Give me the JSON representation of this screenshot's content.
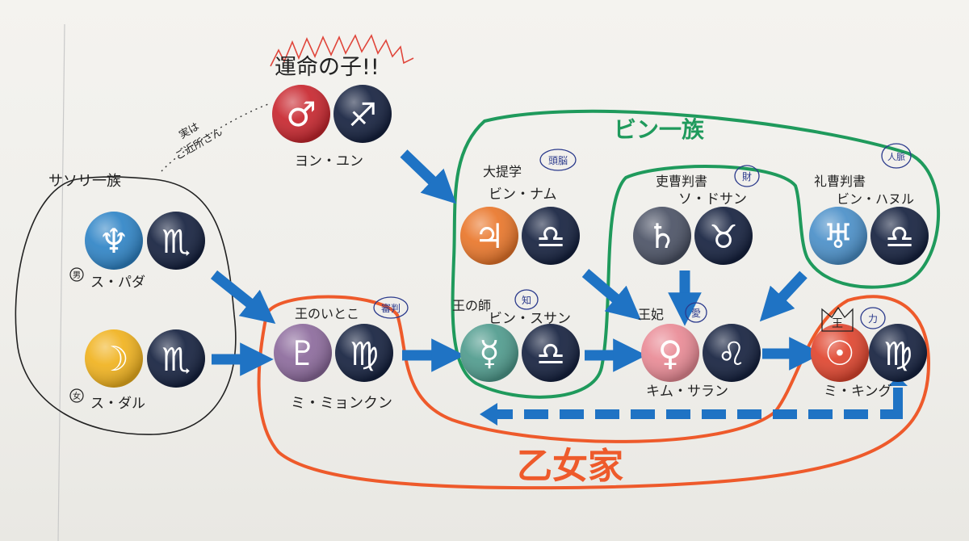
{
  "labels": {
    "unmei": "運命の子!!",
    "jitsuwa": "実は",
    "gokinjo": "ご近所さん",
    "sasori": "サソリ一族",
    "bin": "ビン一族",
    "otome": "乙女家",
    "taiteigaku": "大提学",
    "bin_namu": "ビン・ナム",
    "ou_no_shi": "王の師",
    "bin_susan": "ビン・スサン",
    "risou": "吏曹判書",
    "so_dosan": "ソ・ドサン",
    "reisou": "礼曹判書",
    "bin_hanuru": "ビン・ハヌル",
    "ou_no_itoko": "王のいとこ",
    "mi_myonkun": "ミ・ミョンクン",
    "ouhi": "王妃",
    "kim_saran": "キム・サラン",
    "mi_king": "ミ・キング",
    "yon_yun": "ヨン・ユン",
    "su_pada": "ス・パダ",
    "su_daru": "ス・ダル"
  },
  "badges": {
    "zuno": "頭脳",
    "chi": "知",
    "zai": "財",
    "jinmyaku": "人脈",
    "shinpan": "審判",
    "ai": "愛",
    "chikara": "力",
    "dan": "男",
    "jo": "女",
    "ou": "王"
  },
  "symbols": {
    "mars": "♂",
    "sagittarius": "♐",
    "neptune": "♆",
    "scorpio": "♏",
    "moon": "☽",
    "pluto": "♇",
    "virgo": "♍",
    "jupiter": "♃",
    "libra": "♎",
    "saturn": "♄",
    "taurus": "♉",
    "uranus": "♅",
    "mercury": "☿",
    "venus": "♀",
    "leo": "♌",
    "sun": "☉"
  },
  "colors": {
    "mars": "#c8262e",
    "navy": "#15213f",
    "blue": "#2f84c6",
    "yellow": "#f0b21e",
    "purple": "#8c6a9c",
    "orange": "#e9762a",
    "gray": "#4b5265",
    "lightblue": "#4a8fc8",
    "teal": "#4f9b8d",
    "pink": "#e98a95",
    "sunred": "#e0452e",
    "arrow": "#1f73c4",
    "green_line": "#1f9a5c",
    "orange_line": "#ee5a2b"
  }
}
